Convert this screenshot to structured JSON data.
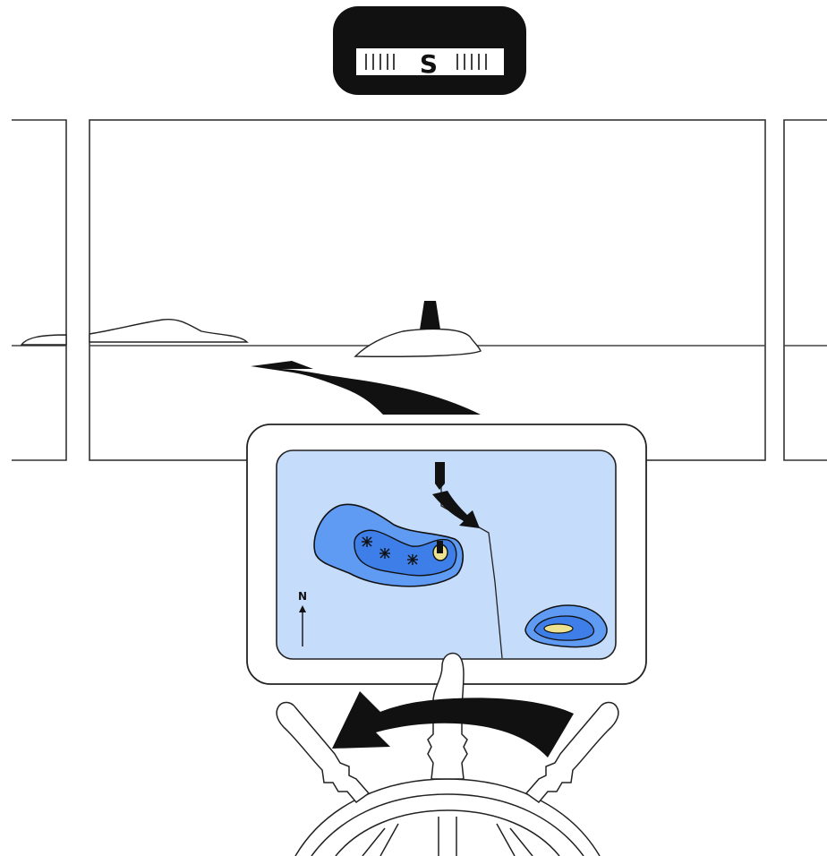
{
  "compass": {
    "heading_letter": "S"
  },
  "chart_display": {
    "north_label": "N"
  },
  "colors": {
    "water": "#c6dcfb",
    "depth_mid": "#5f9af3",
    "depth_deep": "#3d7ee8",
    "land": "#ede28f",
    "outline": "#111111",
    "compass_body": "#111111",
    "compass_window": "#ffffff"
  },
  "icons": [
    "compass-heading-indicator",
    "north-arrow-icon",
    "rock-hazard-icon",
    "boat-position-icon",
    "helm-wheel",
    "turn-left-arrow",
    "course-arrow"
  ]
}
